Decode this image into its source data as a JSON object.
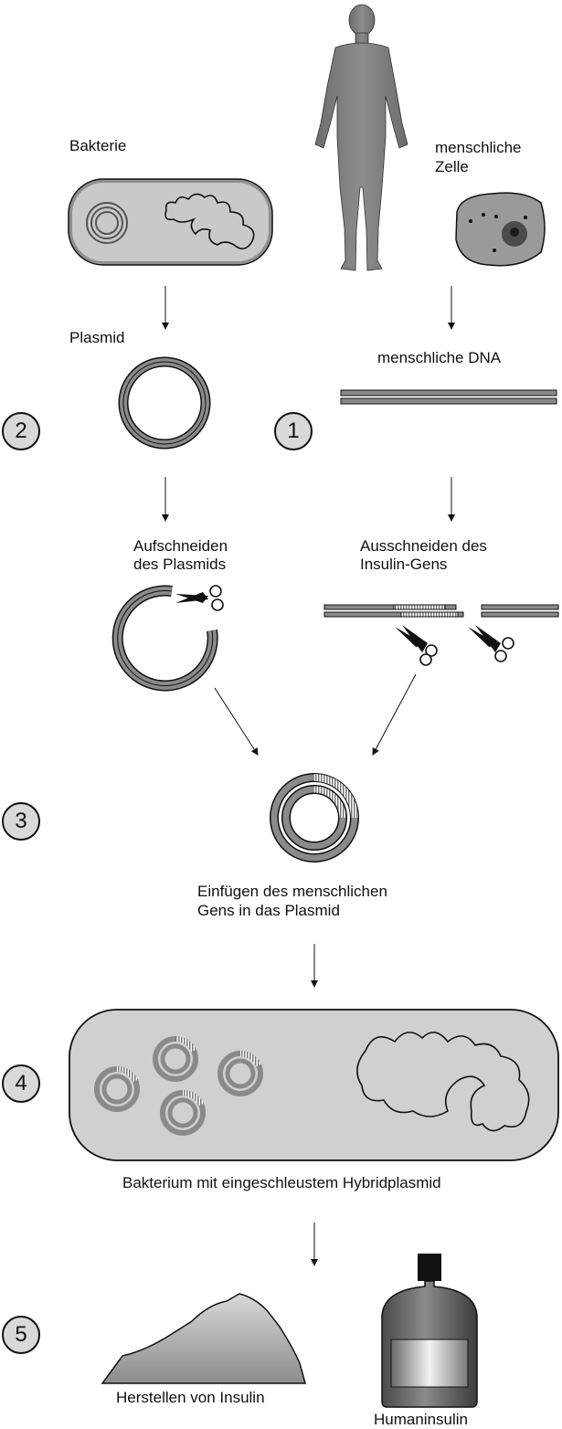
{
  "labels": {
    "bacteria": "Bakterie",
    "human_cell_line1": "menschliche",
    "human_cell_line2": "Zelle",
    "plasmid": "Plasmid",
    "human_dna": "menschliche DNA",
    "cut_plasmid_line1": "Aufschneiden",
    "cut_plasmid_line2": "des Plasmids",
    "cut_gene_line1": "Ausschneiden des",
    "cut_gene_line2": "Insulin-Gens",
    "insert_line1": "Einfügen des menschlichen",
    "insert_line2": "Gens in das Plasmid",
    "bacterium_hybrid": "Bakterium mit eingeschleustem Hybridplasmid",
    "production": "Herstellen von Insulin",
    "humaninsulin": "Humaninsulin"
  },
  "steps": [
    "1",
    "2",
    "3",
    "4",
    "5"
  ],
  "colors": {
    "stroke": "#111111",
    "gray_fill": "#cfcfcf",
    "dark_gray": "#6b6b6b",
    "ring_gray": "#8a8a8a"
  }
}
